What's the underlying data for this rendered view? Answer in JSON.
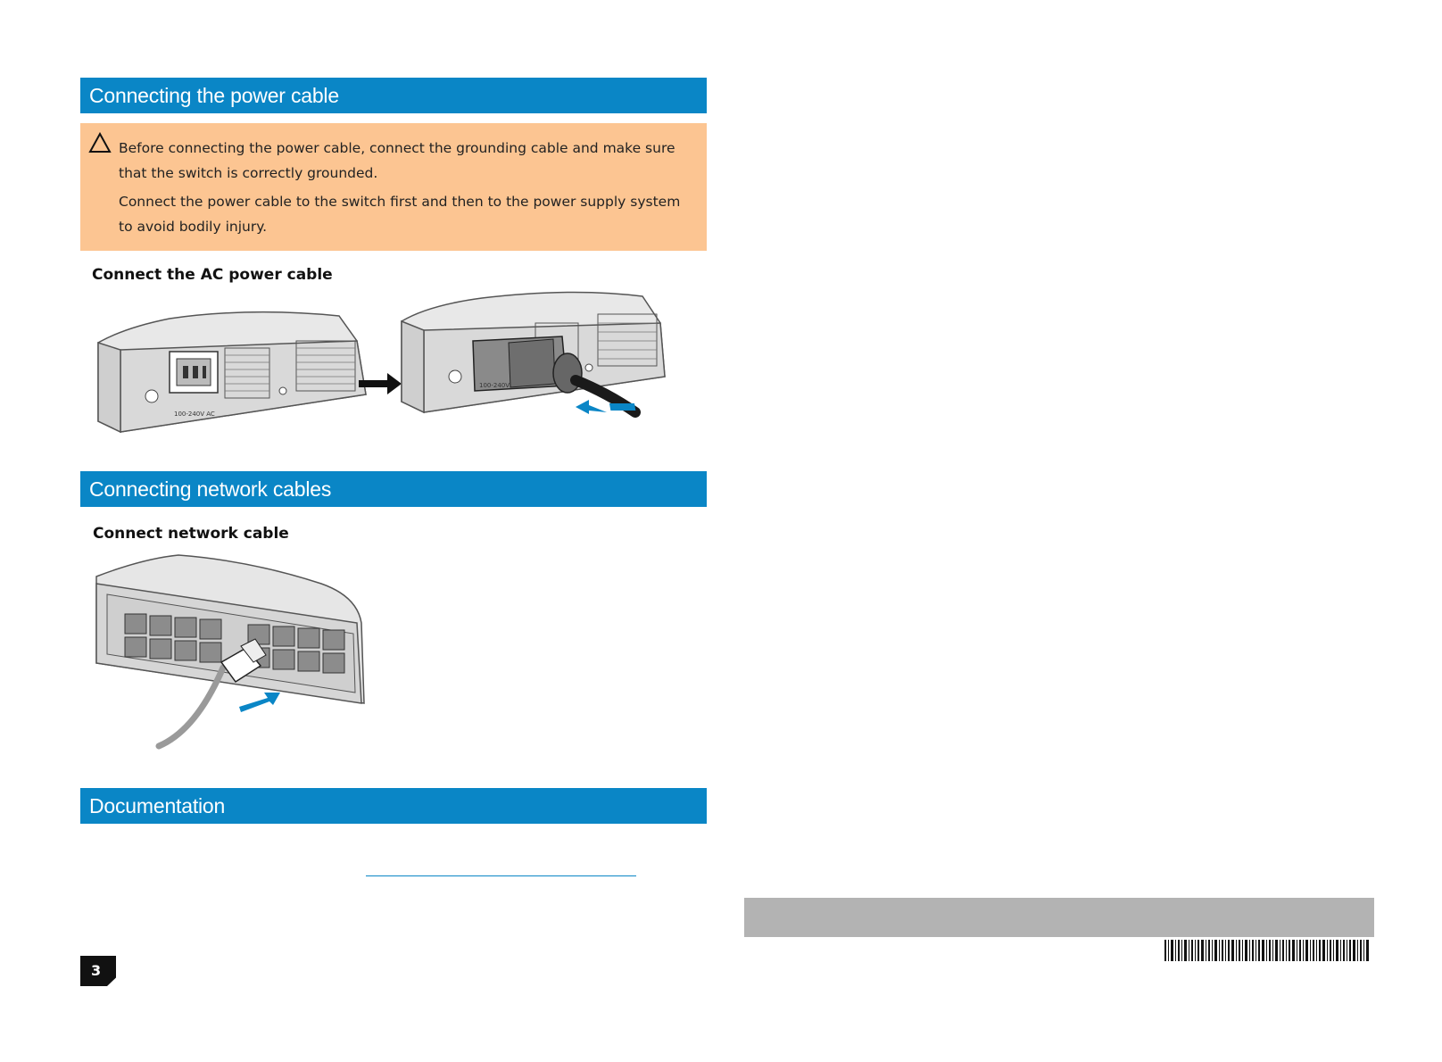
{
  "sections": {
    "power": "Connecting the power cable",
    "network": "Connecting network cables",
    "documentation": "Documentation"
  },
  "warning": {
    "icon": "warning-triangle-icon",
    "line1": "Before connecting the power cable, connect the grounding cable and make sure that the switch is correctly grounded.",
    "line2": "Connect the power cable to the switch first and then to the power supply system to avoid bodily injury."
  },
  "figures": {
    "ac_caption": "Connect the AC power cable",
    "ac_voltage_label": "100-240V AC",
    "ac_voltage_label_partial": "100-240V",
    "network_caption": "Connect network cable"
  },
  "footer": {
    "page_number": "3"
  },
  "colors": {
    "section_bar": "#0a86c6",
    "warning_bg": "#fcc592",
    "footer_bar": "#b3b3b3"
  }
}
